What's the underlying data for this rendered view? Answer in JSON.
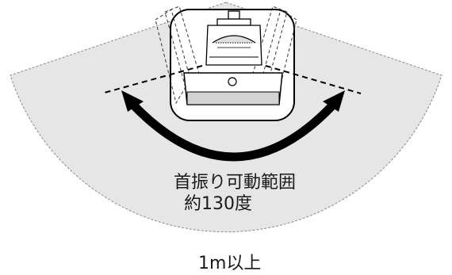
{
  "diagram": {
    "swivel_label": "首振り可動範囲",
    "angle_label": "約130度",
    "distance_label": "1m以上"
  },
  "colors": {
    "range_fill": "#e6e6e6",
    "line": "#000000",
    "device_body": "#ffffff",
    "device_shade": "#d2d2d2"
  }
}
